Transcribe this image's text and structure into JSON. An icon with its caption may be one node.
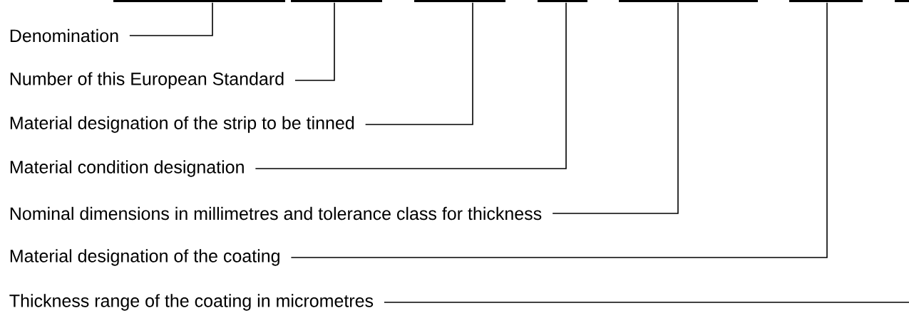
{
  "diagram": {
    "nodes": [
      {
        "text": [],
        "shape": "bar"
      },
      {
        "text": [],
        "shape": "bar"
      },
      {
        "text": [],
        "shape": "bar"
      },
      {
        "text": [],
        "shape": "bar"
      },
      {
        "text": [],
        "shape": "bar"
      },
      {
        "text": [],
        "shape": "bar"
      },
      {
        "text": [],
        "shape": "bar"
      },
      {
        "text": [
          "Denomination"
        ]
      },
      {
        "text": [
          "Number of this European Standard"
        ]
      },
      {
        "text": [
          "Material designation of the strip to be tinned"
        ]
      },
      {
        "text": [
          "Material condition designation"
        ]
      },
      {
        "text": [
          "Nominal dimensions in millimetres and tolerance class for thickness"
        ]
      },
      {
        "text": [
          "Material designation of the coating"
        ]
      },
      {
        "text": [
          "Thickness range of the coating in micrometres"
        ]
      }
    ],
    "edges": [
      {
        "from": 7,
        "to": 0,
        "arrow": "none"
      },
      {
        "from": 8,
        "to": 1,
        "arrow": "none"
      },
      {
        "from": 9,
        "to": 2,
        "arrow": "none"
      },
      {
        "from": 10,
        "to": 3,
        "arrow": "none"
      },
      {
        "from": 11,
        "to": 4,
        "arrow": "none"
      },
      {
        "from": 12,
        "to": 5,
        "arrow": "none"
      },
      {
        "from": 13,
        "to": null,
        "arrow": "none"
      }
    ]
  }
}
